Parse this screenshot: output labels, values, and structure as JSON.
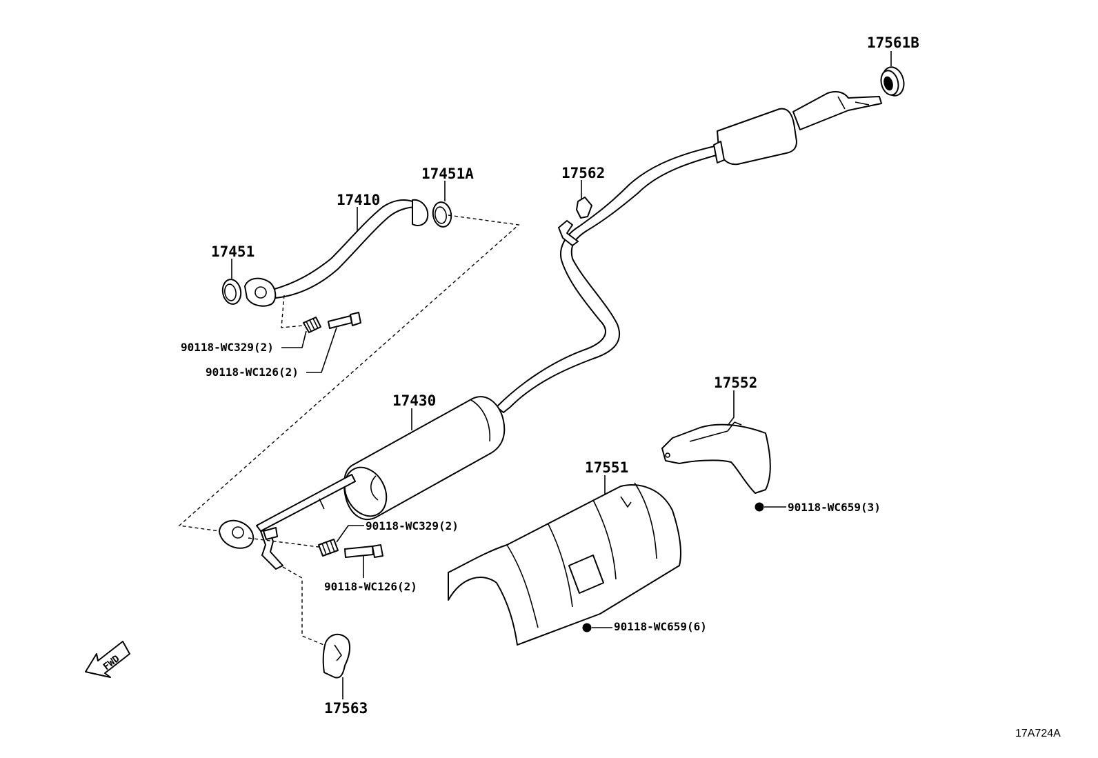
{
  "labels": {
    "p17561B": "17561B",
    "p17451A": "17451A",
    "p17562": "17562",
    "p17410": "17410",
    "p17451": "17451",
    "p90118_WC329_a": "90118-WC329(2)",
    "p90118_WC126_a": "90118-WC126(2)",
    "p17430": "17430",
    "p17552": "17552",
    "p17551": "17551",
    "p90118_WC659_3": "90118-WC659(3)",
    "p90118_WC329_b": "90118-WC329(2)",
    "p90118_WC126_b": "90118-WC126(2)",
    "p90118_WC659_6": "90118-WC659(6)",
    "p17563": "17563",
    "fwd": "FWD",
    "ref_code": "17A724A"
  }
}
